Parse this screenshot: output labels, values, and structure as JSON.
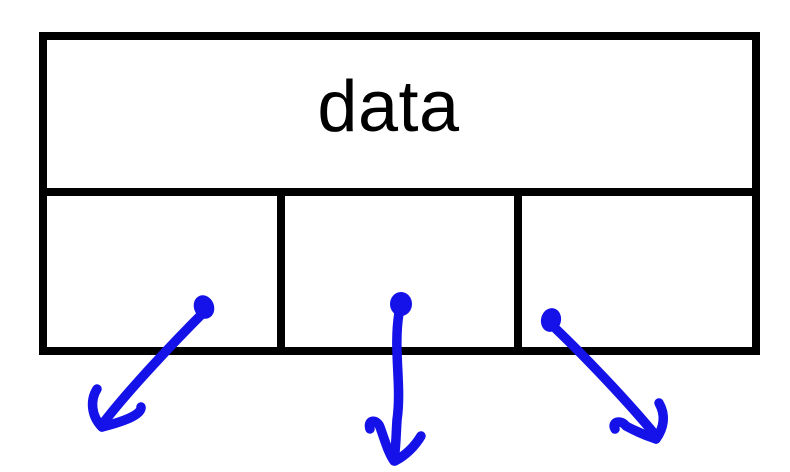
{
  "diagram": {
    "background": "#ffffff",
    "line_color": "#000000",
    "table": {
      "header": {
        "label": "data"
      },
      "cells": [
        {
          "label": ""
        },
        {
          "label": ""
        },
        {
          "label": ""
        }
      ]
    },
    "arrows": {
      "color": "#1412e9",
      "items": [
        {
          "name": "arrow-left",
          "direction": "down-left",
          "origin_cell": 1
        },
        {
          "name": "arrow-middle",
          "direction": "down",
          "origin_cell": 2
        },
        {
          "name": "arrow-right",
          "direction": "down-right",
          "origin_cell": 3
        }
      ]
    }
  }
}
